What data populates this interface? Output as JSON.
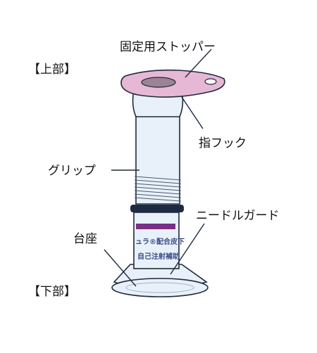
{
  "labels": {
    "top_section": "【上部】",
    "bottom_section": "【下部】",
    "stopper": "固定用ストッパー",
    "finger_hook": "指フック",
    "grip": "グリップ",
    "needle_guard": "ニードルガード",
    "base": "台座"
  },
  "device_text": {
    "line1": "ュラ®配合皮下",
    "line2": "自己注射補助"
  },
  "colors": {
    "outline": "#1f2a3a",
    "body_fill": "#e8f1fa",
    "stopper_fill": "#e7b8d6",
    "stopper_hole": "#9b8494",
    "purple_band": "#7a2f86",
    "navy_band": "#1c2a44",
    "device_text": "#3a4a86"
  }
}
